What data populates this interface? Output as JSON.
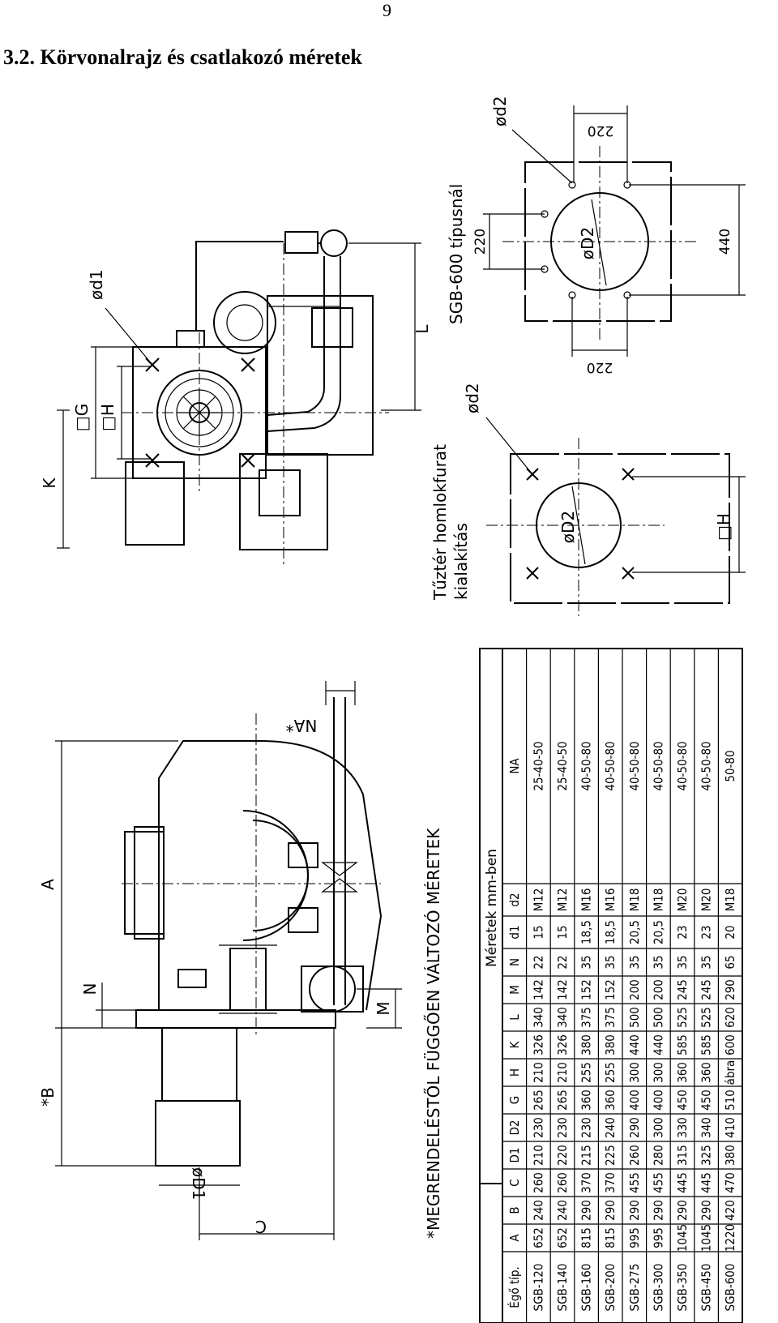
{
  "page_number": "9",
  "section_title": "3.2. Körvonalrajz és csatlakozó méretek",
  "upper_drawing": {
    "labels": {
      "d1": "ød1",
      "G": "□G",
      "H": "□H",
      "K": "K",
      "L": "L",
      "d2_left": "ød2",
      "D2_left": "øD2",
      "H_square": "□H",
      "face_title_1": "Tűztér homlokfurat",
      "face_title_2": "kialakítás",
      "d2_right": "ød2",
      "D2_right": "øD2",
      "sgb600_note": "SGB-600 típusnál",
      "dim_220_top": "220",
      "dim_220_mid": "220",
      "dim_220_bottom": "220",
      "dim_440": "440"
    }
  },
  "lower_drawing": {
    "labels": {
      "A": "A",
      "B": "*B",
      "C": "C",
      "D1": "øD1",
      "N": "N",
      "M": "M",
      "NA": "NA*"
    },
    "footnote": "*MEGRENDELÉSTŐL FÜGGŐEN VÁLTOZÓ MÉRETEK"
  },
  "table": {
    "title": "Méretek mm-ben",
    "columns": [
      "Égő típ.",
      "A",
      "B",
      "C",
      "D1",
      "D2",
      "G",
      "H",
      "K",
      "L",
      "M",
      "N",
      "d1",
      "d2",
      "NA"
    ],
    "rows": [
      [
        "SGB-120",
        "652",
        "240",
        "260",
        "210",
        "230",
        "265",
        "210",
        "326",
        "340",
        "142",
        "22",
        "15",
        "M12",
        "25-40-50"
      ],
      [
        "SGB-140",
        "652",
        "240",
        "260",
        "220",
        "230",
        "265",
        "210",
        "326",
        "340",
        "142",
        "22",
        "15",
        "M12",
        "25-40-50"
      ],
      [
        "SGB-160",
        "815",
        "290",
        "370",
        "215",
        "230",
        "360",
        "255",
        "380",
        "375",
        "152",
        "35",
        "18,5",
        "M16",
        "40-50-80"
      ],
      [
        "SGB-200",
        "815",
        "290",
        "370",
        "225",
        "240",
        "360",
        "255",
        "380",
        "375",
        "152",
        "35",
        "18,5",
        "M16",
        "40-50-80"
      ],
      [
        "SGB-275",
        "995",
        "290",
        "455",
        "260",
        "290",
        "400",
        "300",
        "440",
        "500",
        "200",
        "35",
        "20,5",
        "M18",
        "40-50-80"
      ],
      [
        "SGB-300",
        "995",
        "290",
        "455",
        "280",
        "300",
        "400",
        "300",
        "440",
        "500",
        "200",
        "35",
        "20,5",
        "M18",
        "40-50-80"
      ],
      [
        "SGB-350",
        "1045",
        "290",
        "445",
        "315",
        "330",
        "450",
        "360",
        "585",
        "525",
        "245",
        "35",
        "23",
        "M20",
        "40-50-80"
      ],
      [
        "SGB-450",
        "1045",
        "290",
        "445",
        "325",
        "340",
        "450",
        "360",
        "585",
        "525",
        "245",
        "35",
        "23",
        "M20",
        "40-50-80"
      ],
      [
        "SGB-600",
        "1220",
        "420",
        "470",
        "380",
        "410",
        "510",
        "ábra",
        "600",
        "620",
        "290",
        "65",
        "20",
        "M18",
        "50-80"
      ]
    ]
  }
}
